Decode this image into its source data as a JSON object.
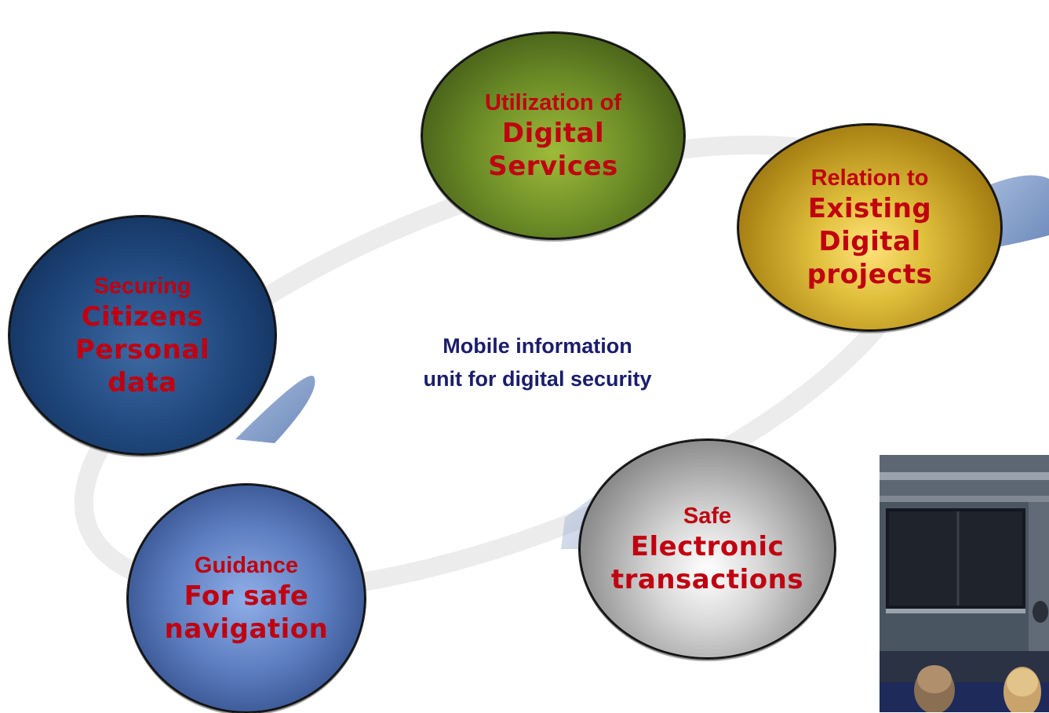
{
  "diagram": {
    "center_title_line1": "Mobile information",
    "center_title_line2": "unit for digital security",
    "nodes": [
      {
        "id": "utilization",
        "line1": "Utilization of",
        "line2": "Digital",
        "line3": "Services"
      },
      {
        "id": "relation",
        "line1": "Relation to",
        "line2": "Existing",
        "line3": "Digital",
        "line4": "projects"
      },
      {
        "id": "securing",
        "line1": "Securing",
        "line2": "Citizens",
        "line3": "Personal",
        "line4": "data"
      },
      {
        "id": "safe",
        "line1": "Safe",
        "line2": "Electronic",
        "line3": "transactions"
      },
      {
        "id": "guidance",
        "line1": "Guidance",
        "line2": "For safe",
        "line3": "navigation"
      }
    ]
  },
  "colors": {
    "node_text": "#c00010",
    "center_text": "#1b1d6b",
    "ring": "#ebebeb",
    "shadow_blue": "#6f8cbd"
  }
}
